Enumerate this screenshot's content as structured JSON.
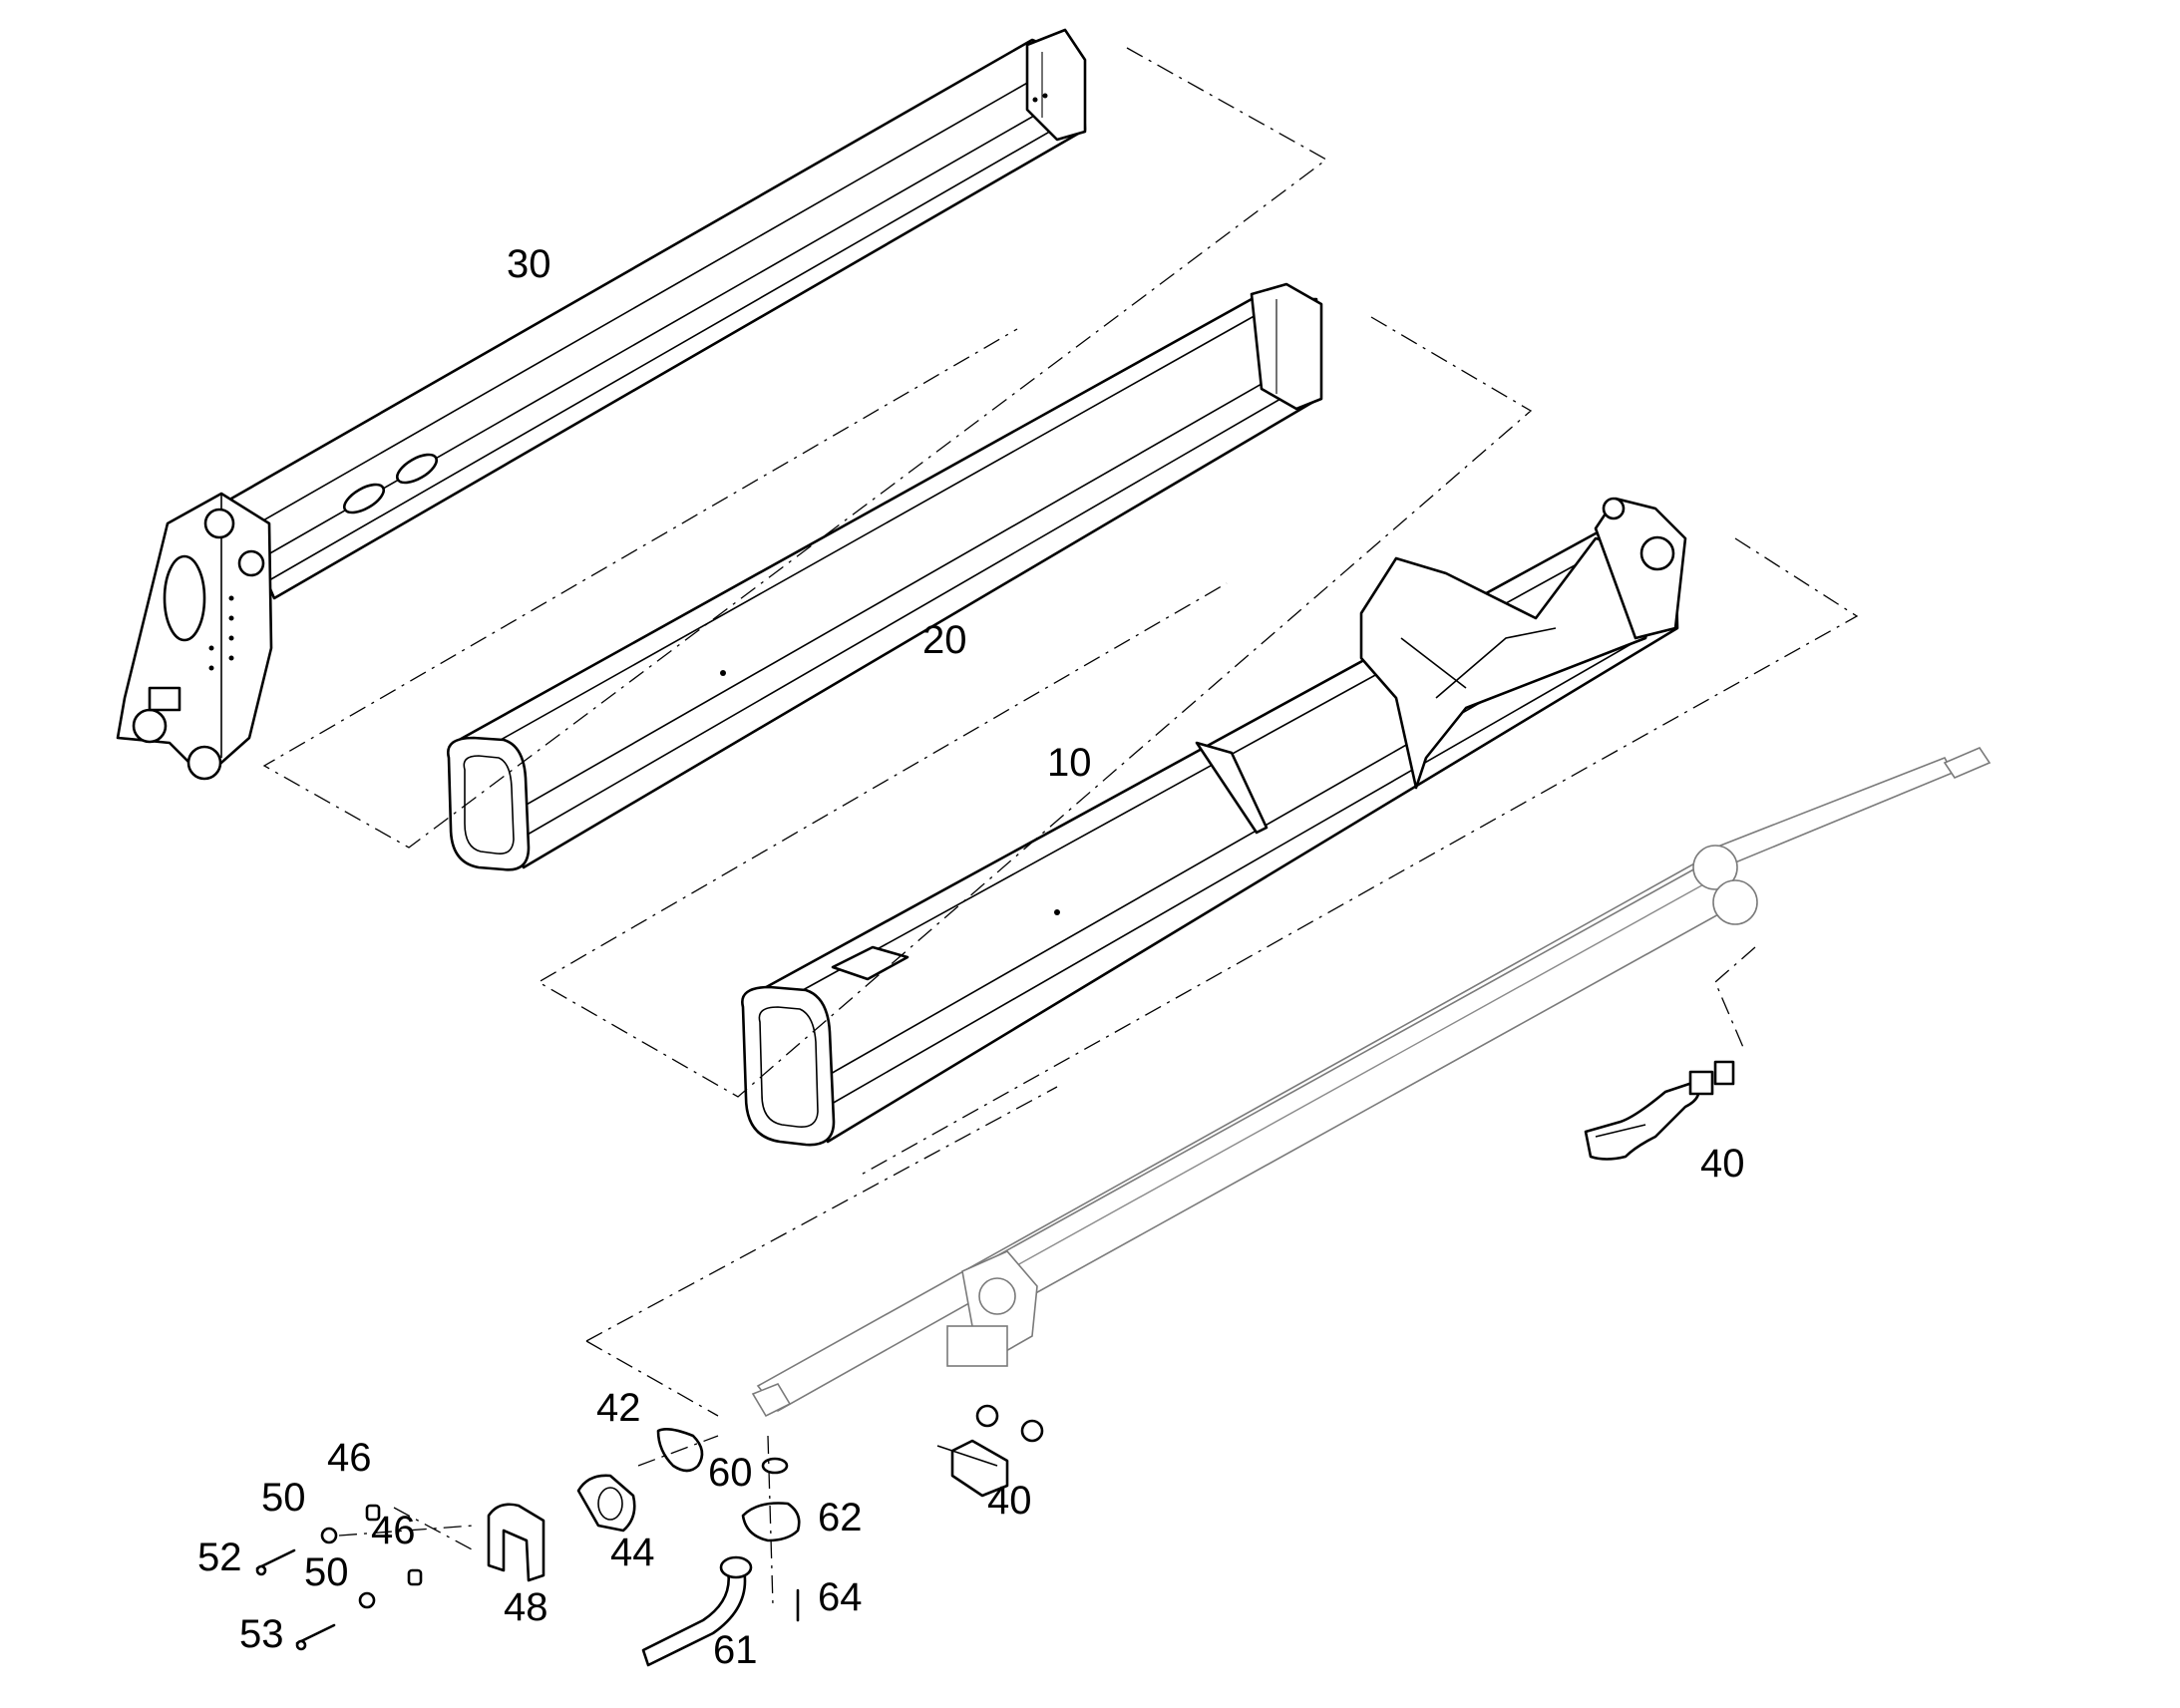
{
  "diagram": {
    "labels": {
      "boom_30": "30",
      "boom_20": "20",
      "boom_10": "10",
      "hose_40_upper": "40",
      "block_40_lower": "40",
      "ring_42": "42",
      "nut_44": "44",
      "spacer_46_a": "46",
      "spacer_46_b": "46",
      "bracket_48": "48",
      "washer_50_a": "50",
      "washer_50_b": "50",
      "screw_52": "52",
      "screw_53": "53",
      "oring_60": "60",
      "elbow_61": "61",
      "clamp_62": "62",
      "bolt_64": "64"
    },
    "colors": {
      "line": "#000000",
      "cylinder": "#8a8a8a",
      "background": "#ffffff"
    }
  }
}
